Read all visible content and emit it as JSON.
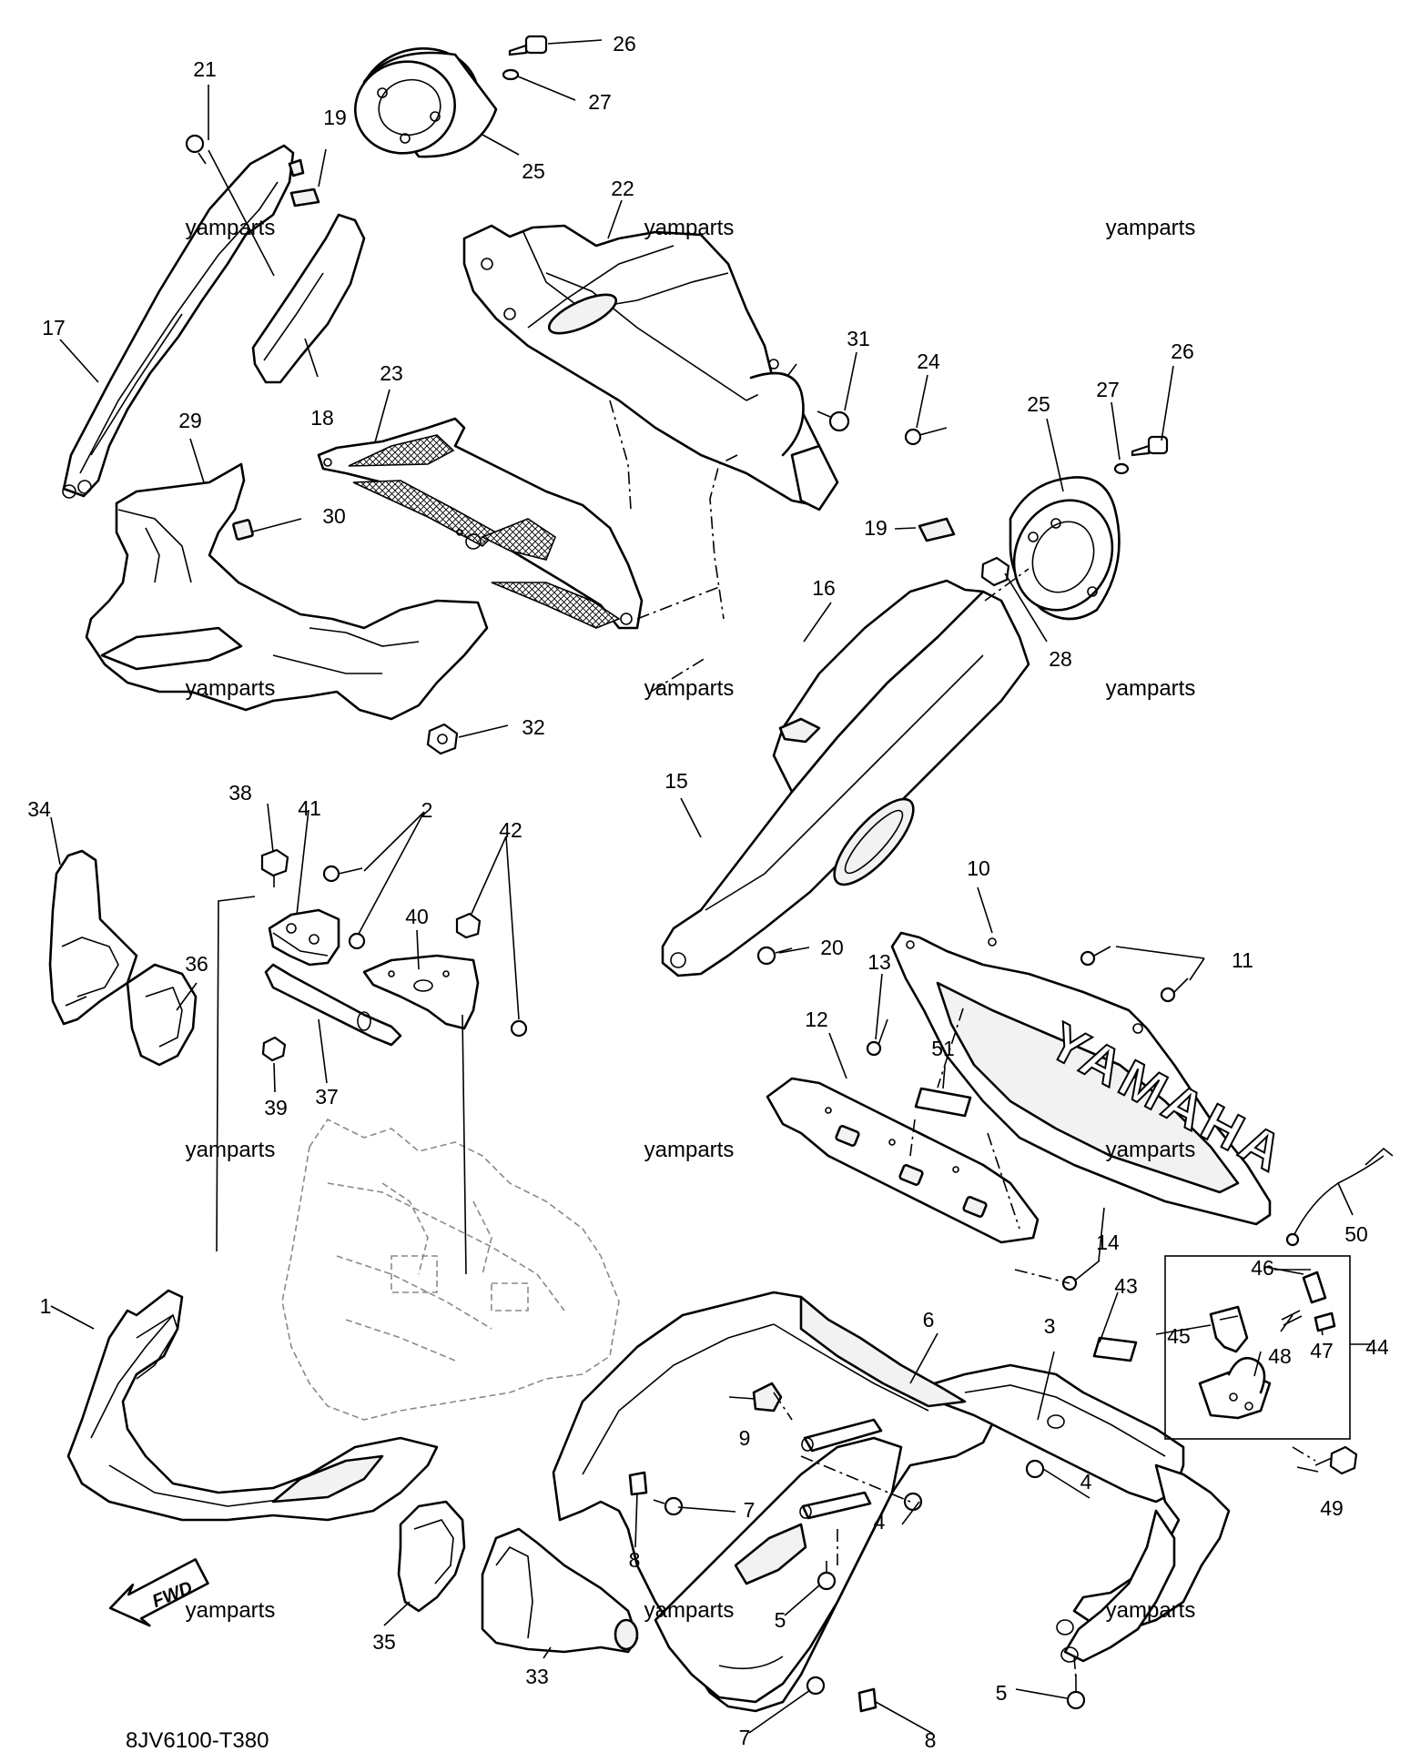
{
  "callouts": {
    "c1": "1",
    "c2": "2",
    "c3": "3",
    "c4a": "4",
    "c4b": "4",
    "c5a": "5",
    "c5b": "5",
    "c6": "6",
    "c7a": "7",
    "c7b": "7",
    "c8a": "8",
    "c8b": "8",
    "c9": "9",
    "c10": "10",
    "c11": "11",
    "c12": "12",
    "c13": "13",
    "c14": "14",
    "c15": "15",
    "c16": "16",
    "c17": "17",
    "c18": "18",
    "c19a": "19",
    "c19b": "19",
    "c20": "20",
    "c21": "21",
    "c22": "22",
    "c23": "23",
    "c24": "24",
    "c25a": "25",
    "c25b": "25",
    "c26a": "26",
    "c26b": "26",
    "c27a": "27",
    "c27b": "27",
    "c28": "28",
    "c29": "29",
    "c30": "30",
    "c31": "31",
    "c32": "32",
    "c33": "33",
    "c34": "34",
    "c35": "35",
    "c36": "36",
    "c37": "37",
    "c38": "38",
    "c39": "39",
    "c40": "40",
    "c41": "41",
    "c42": "42",
    "c43": "43",
    "c44": "44",
    "c45": "45",
    "c46": "46",
    "c47": "47",
    "c48": "48",
    "c49": "49",
    "c50": "50",
    "c51": "51"
  },
  "watermarks": {
    "w1": "yamparts",
    "w2": "yamparts",
    "w3": "yamparts",
    "w4": "yamparts",
    "w5": "yamparts",
    "w6": "yamparts",
    "w7": "yamparts",
    "w8": "yamparts",
    "w9": "yamparts",
    "w10": "yamparts",
    "w11": "yamparts",
    "w12": "yamparts"
  },
  "fwd_label": "FWD",
  "diagram_code": "8JV6100-T380",
  "logo_lettering": "YAMAHA"
}
